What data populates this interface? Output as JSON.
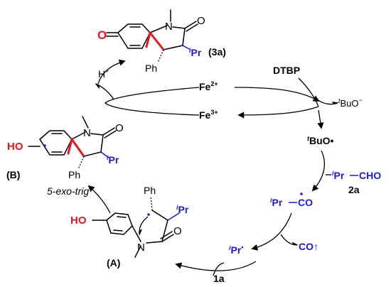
{
  "cycle": {
    "fe2": "Fe",
    "fe2_charge": "2+",
    "fe3": "Fe",
    "fe3_charge": "3+",
    "dtbp": "DTBP",
    "tbuo_minus_sup": "t",
    "tbuo_minus_main": "BuO",
    "tbuo_minus_charge": "−",
    "tbuo_rad_sup": "t",
    "tbuo_rad_main": "BuO•",
    "aldehyde_sup": "i",
    "aldehyde_main": "Pr",
    "aldehyde_cho": "CHO",
    "aldehyde_id": "2a",
    "acyl_sup": "i",
    "acyl_main": "Pr",
    "acyl_co": "CO",
    "co_release": "CO↑",
    "ipr_rad_sup": "i",
    "ipr_rad_main": "Pr",
    "ipr_rad_dot": "•",
    "substrate_id": "1a",
    "step_label": "5-exo-trig",
    "proton": "H",
    "proton_charge": "+"
  },
  "structures": {
    "product": {
      "id": "(3a)",
      "ketone_o": "O",
      "n": "N",
      "carbonyl_o": "O",
      "ipr_sup": "i",
      "ipr": "Pr",
      "ph": "Ph"
    },
    "radical_B": {
      "id": "(B)",
      "ho": "HO",
      "n": "N",
      "carbonyl_o": "O",
      "ipr_sup": "i",
      "ipr": "Pr",
      "ph": "Ph"
    },
    "radical_A": {
      "id": "(A)",
      "ho": "HO",
      "n": "N",
      "carbonyl_o": "O",
      "ipr_sup": "i",
      "ipr": "Pr",
      "ph": "Ph"
    }
  },
  "colors": {
    "blue": "#1a1ad6",
    "red": "#e0191f",
    "black": "#000000"
  }
}
